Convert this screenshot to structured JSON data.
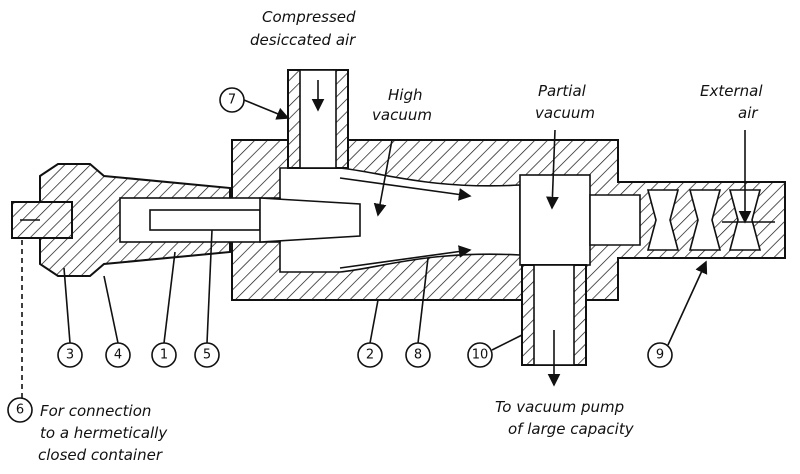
{
  "labels": {
    "compressed_air": [
      "Compressed",
      "desiccated air"
    ],
    "high_vacuum": [
      "High",
      "vacuum"
    ],
    "partial_vacuum": [
      "Partial",
      "vacuum"
    ],
    "external_air": [
      "External",
      "air"
    ],
    "container_connection": [
      "For connection",
      "to a hermetically",
      "closed container"
    ],
    "vacuum_pump": [
      "To vacuum pump",
      "of large capacity"
    ]
  },
  "callouts": [
    "1",
    "2",
    "3",
    "4",
    "5",
    "6",
    "7",
    "8",
    "9",
    "10"
  ]
}
